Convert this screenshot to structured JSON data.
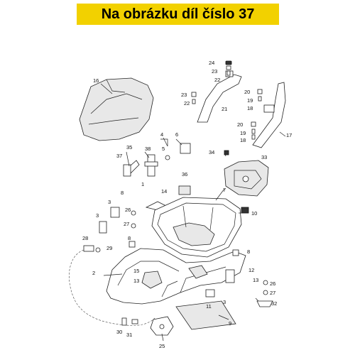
{
  "banner": {
    "text": "Na obrázku díl číslo 37",
    "color": "#f2d100"
  },
  "callouts": [
    "1",
    "2",
    "3",
    "4",
    "5",
    "6",
    "7",
    "8",
    "9",
    "10",
    "11",
    "12",
    "13",
    "14",
    "15",
    "16",
    "17",
    "18",
    "19",
    "20",
    "21",
    "22",
    "23",
    "24",
    "25",
    "26",
    "27",
    "28",
    "29",
    "30",
    "31",
    "32",
    "33",
    "34",
    "35",
    "36",
    "37",
    "38"
  ]
}
